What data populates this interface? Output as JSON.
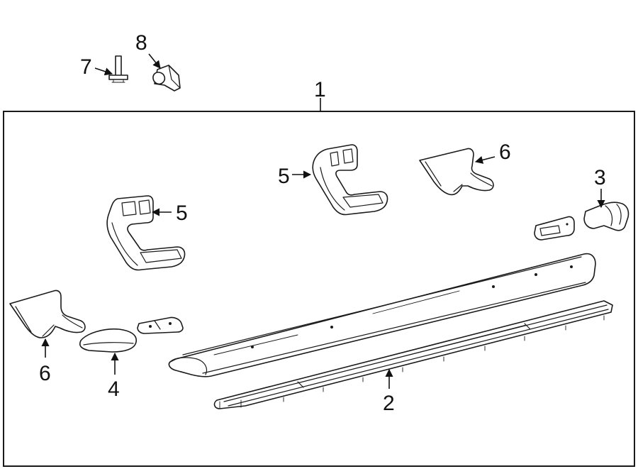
{
  "callouts": {
    "c1": "1",
    "c2": "2",
    "c3": "3",
    "c4": "4",
    "c5a": "5",
    "c5b": "5",
    "c6a": "6",
    "c6b": "6",
    "c7": "7",
    "c8": "8"
  },
  "colors": {
    "line": "#1a1a1a",
    "background": "#ffffff"
  }
}
